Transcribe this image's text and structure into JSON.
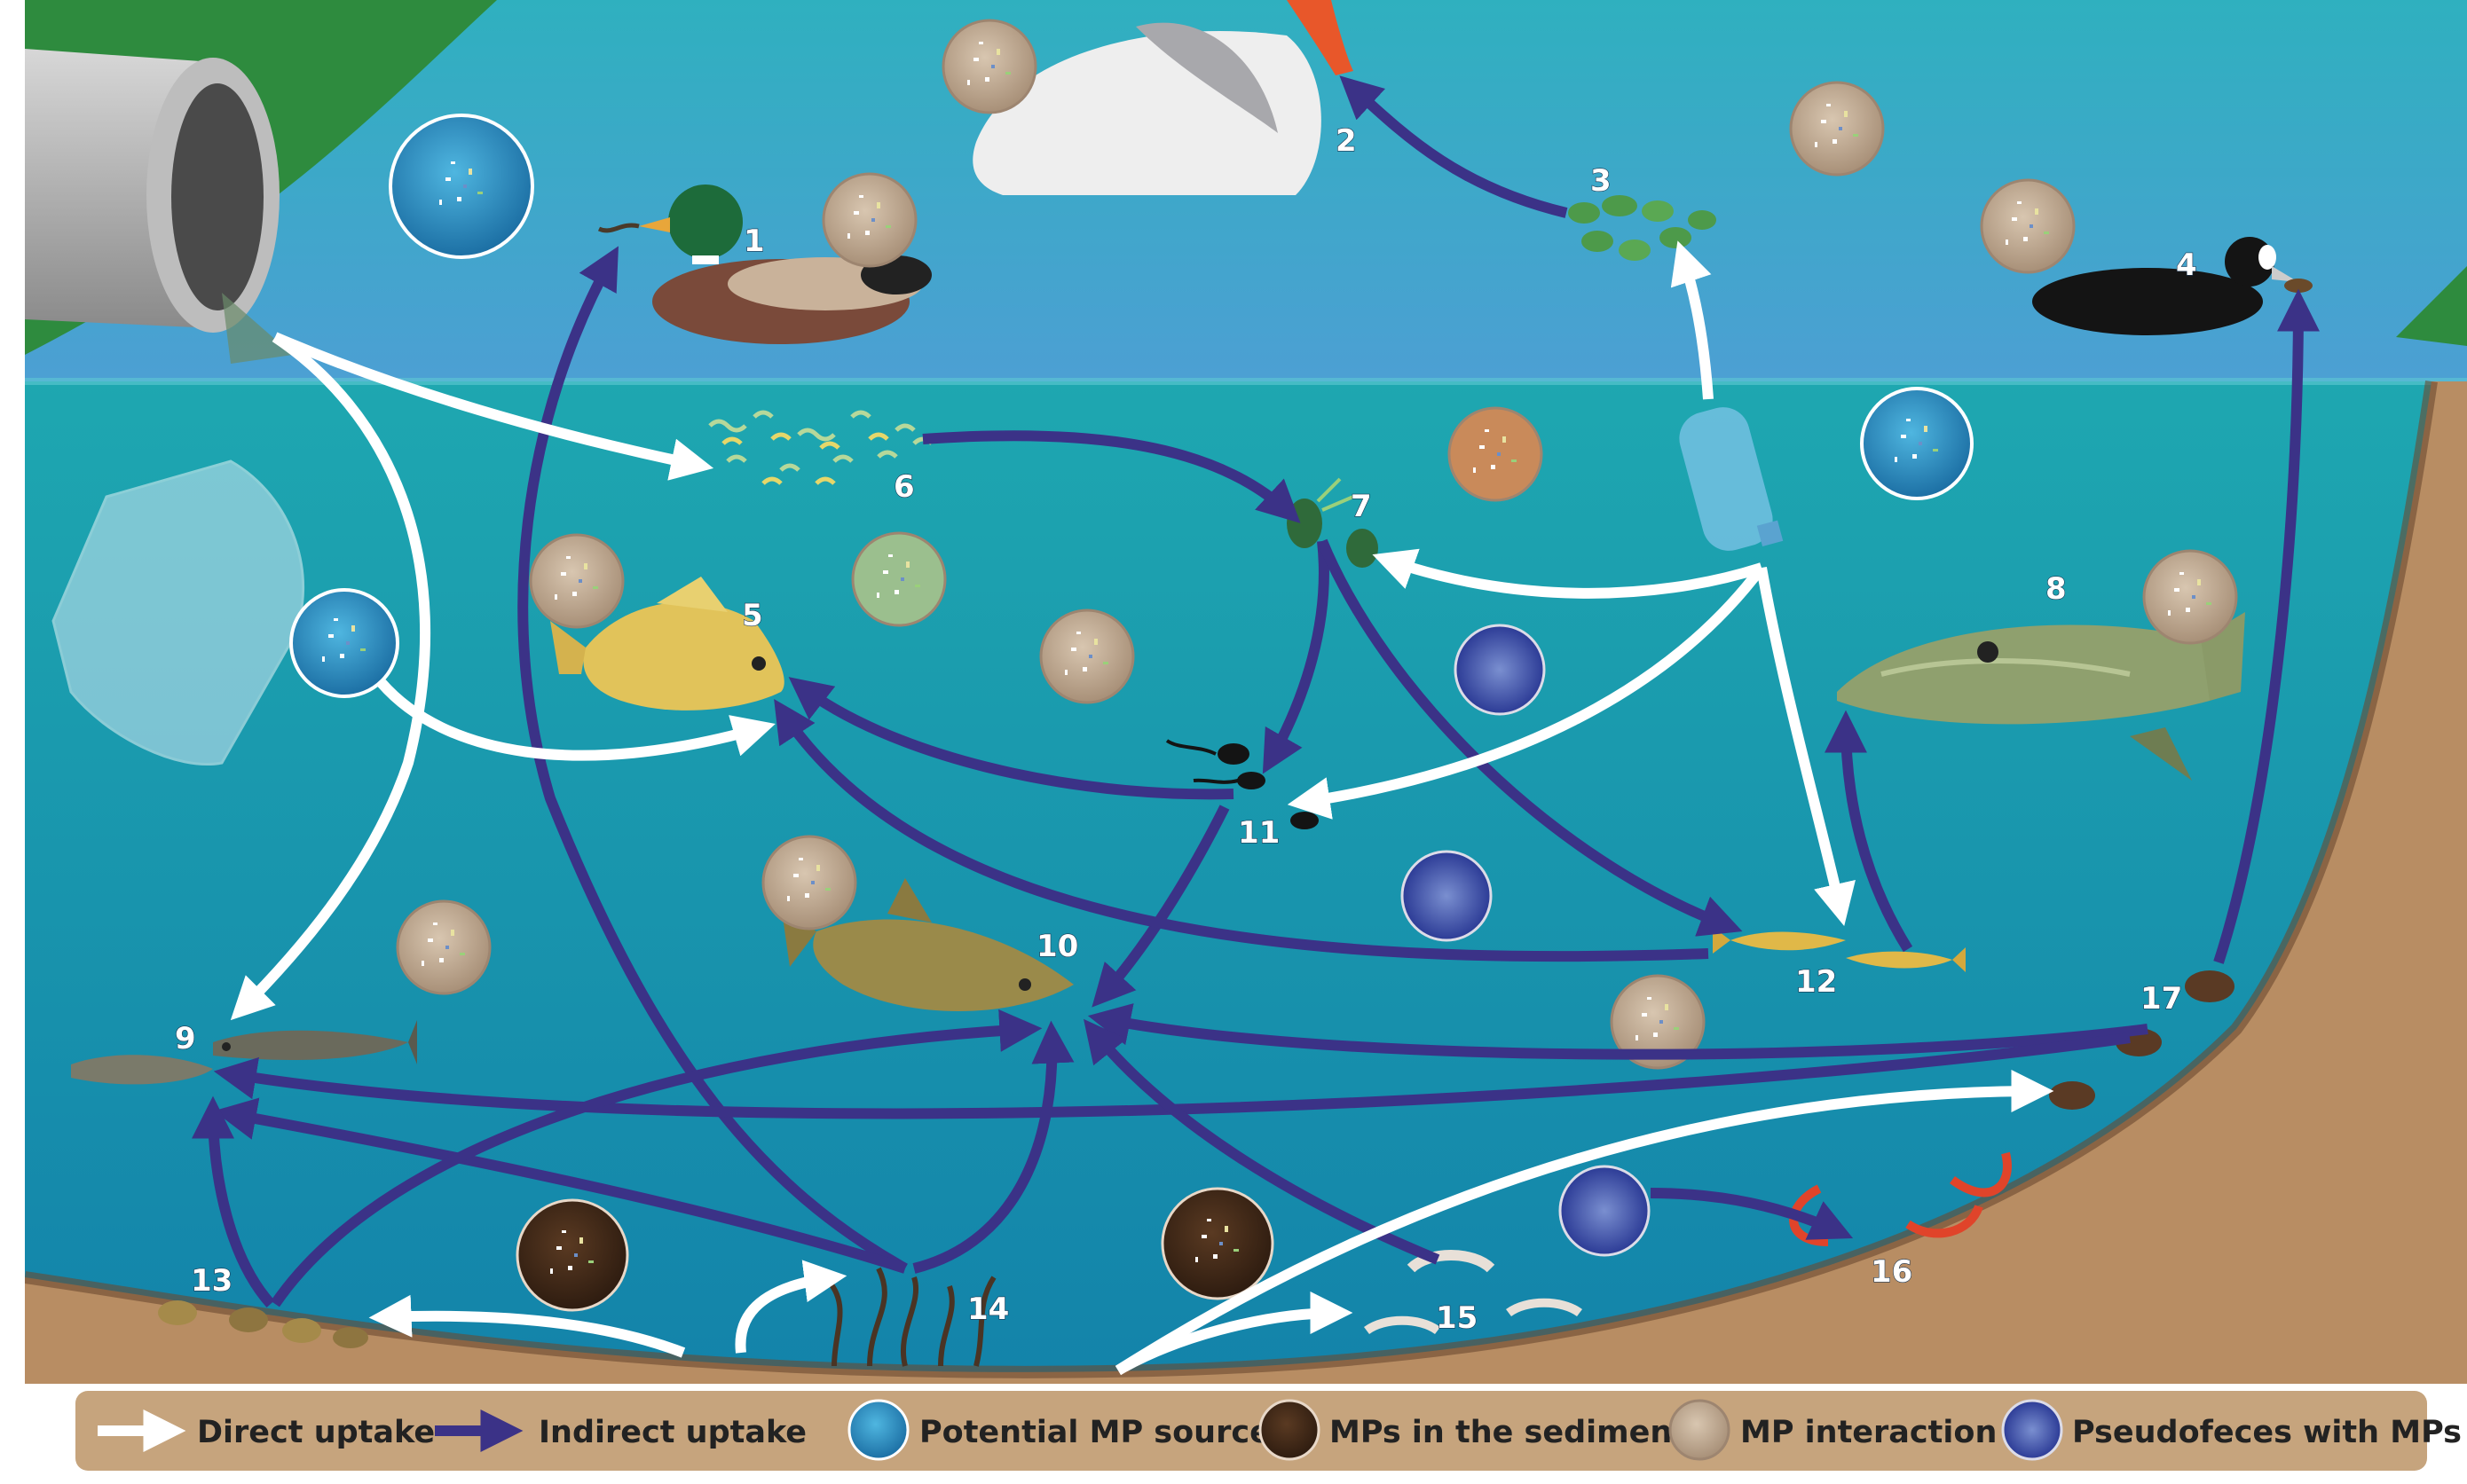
{
  "colors": {
    "sky": "#39a9c6",
    "water_top": "#1fa2b2",
    "water_deep": "#1486a8",
    "sediment": "#b88d63",
    "grass": "#2e8b3e",
    "indirect_arrow": "#3b3287",
    "direct_arrow": "#ffffff",
    "legend_band": "#c6a47d"
  },
  "organisms": [
    {
      "id": "1",
      "label": "1",
      "icon": "mallard-duck-icon"
    },
    {
      "id": "2",
      "label": "2",
      "icon": "swan-icon"
    },
    {
      "id": "3",
      "label": "3",
      "icon": "duckweed-icon"
    },
    {
      "id": "4",
      "label": "4",
      "icon": "coot-icon"
    },
    {
      "id": "5",
      "label": "5",
      "icon": "sunfish-icon"
    },
    {
      "id": "6",
      "label": "6",
      "icon": "plankton-icon"
    },
    {
      "id": "7",
      "label": "7",
      "icon": "zooplankton-icon"
    },
    {
      "id": "8",
      "label": "8",
      "icon": "pike-icon"
    },
    {
      "id": "9",
      "label": "9",
      "icon": "catfish-icon"
    },
    {
      "id": "10",
      "label": "10",
      "icon": "trout-icon"
    },
    {
      "id": "11",
      "label": "11",
      "icon": "tadpole-icon"
    },
    {
      "id": "12",
      "label": "12",
      "icon": "small-fish-icon"
    },
    {
      "id": "13",
      "label": "13",
      "icon": "mussel-icon"
    },
    {
      "id": "14",
      "label": "14",
      "icon": "waterweed-icon"
    },
    {
      "id": "15",
      "label": "15",
      "icon": "amphipod-icon"
    },
    {
      "id": "16",
      "label": "16",
      "icon": "worm-icon"
    },
    {
      "id": "17",
      "label": "17",
      "icon": "snail-icon"
    }
  ],
  "legend": {
    "direct": "Direct uptake",
    "indirect": "Indirect uptake",
    "source": "Potential MP source",
    "sediment": "MPs in the sediment",
    "interaction": "MP interaction",
    "pseudofeces": "Pseudofeces with MPs"
  }
}
